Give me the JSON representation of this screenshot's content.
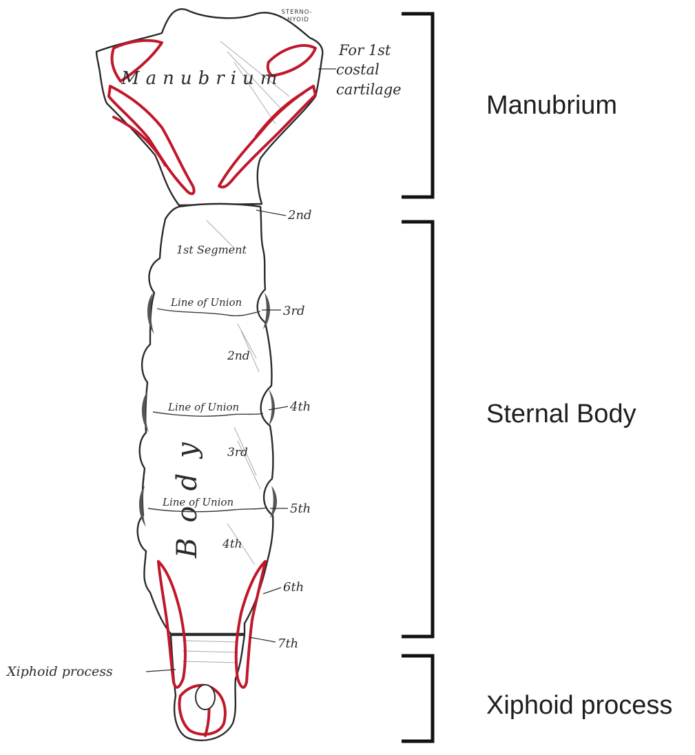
{
  "colors": {
    "ink": "#2a2a2a",
    "muscle_attachment": "#c0182b",
    "bone_fill": "#ffffff",
    "bracket": "#111111"
  },
  "figure": {
    "manubrium_inscription": "Manubrium",
    "sternohyoid_label": "STERNO-\nHYOID",
    "costal_label_lines": [
      "For 1st",
      "costal",
      "cartilage"
    ],
    "segment_label": "1st Segment",
    "body_inscription": "Body",
    "segment_numbers": [
      "2nd",
      "3rd",
      "4th"
    ],
    "line_of_union": "Line of Union",
    "rib_notches": [
      "2nd",
      "3rd",
      "4th",
      "5th",
      "6th",
      "7th"
    ],
    "xiphoid_label": "Xiphoid process"
  },
  "regions": [
    {
      "label": "Manubrium"
    },
    {
      "label": "Sternal Body"
    },
    {
      "label": "Xiphoid process"
    }
  ]
}
